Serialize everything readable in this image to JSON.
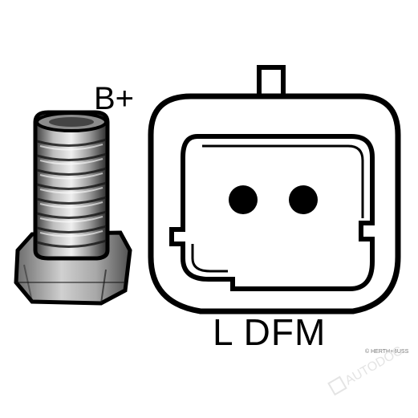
{
  "labels": {
    "b_plus": "B+",
    "terminal_codes": "L DFM",
    "copyright": "© HERTH+BUSS",
    "watermark": "AUTODOC"
  },
  "colors": {
    "ink": "#000000",
    "paper": "#ffffff",
    "bolt_mid": "#9a9a9a"
  }
}
